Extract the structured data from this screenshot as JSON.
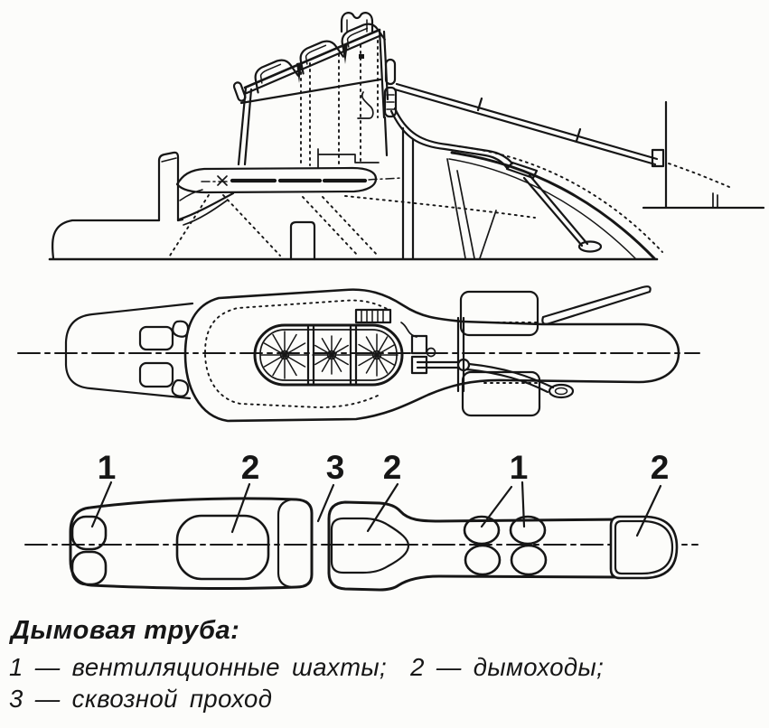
{
  "figure": {
    "type": "technical-drawing",
    "subject": "ship funnel three-view drawing",
    "caption": {
      "title": "Дымовая труба:",
      "line1": "1 — вентиляционные шахты;  2 — дымоходы;",
      "line2": "3 — сквозной проход"
    },
    "section_labels": [
      {
        "text": "1"
      },
      {
        "text": "2"
      },
      {
        "text": "3"
      },
      {
        "text": "2"
      },
      {
        "text": "1"
      },
      {
        "text": "2"
      }
    ],
    "legend": {
      "1": "вентиляционные шахты",
      "2": "дымоходы",
      "3": "сквозной проход"
    },
    "colors": {
      "ink": "#161616",
      "paper": "#fcfcfa"
    }
  }
}
